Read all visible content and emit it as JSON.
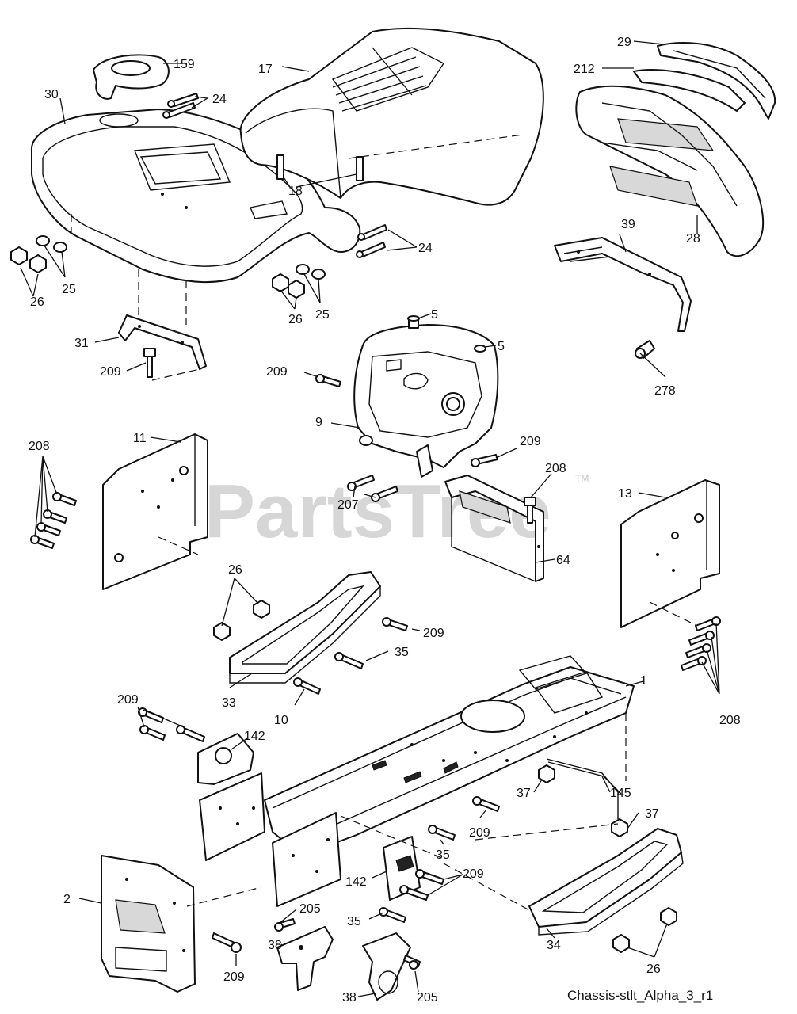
{
  "watermark": {
    "text": "PartsTree",
    "trademark": "TM"
  },
  "caption": "Chassis-stlt_Alpha_3_r1",
  "callouts": {
    "c159": "159",
    "c17": "17",
    "c29": "29",
    "c212": "212",
    "c30": "30",
    "c24a": "24",
    "c24b": "24",
    "c18": "18",
    "c28": "28",
    "c39": "39",
    "c26a": "26",
    "c25a": "25",
    "c26b": "26",
    "c25b": "25",
    "c5a": "5",
    "c5b": "5",
    "c31": "31",
    "c209a": "209",
    "c209b": "209",
    "c278": "278",
    "c9": "9",
    "c208a": "208",
    "c11": "11",
    "c209c": "209",
    "c208b": "208",
    "c207": "207",
    "c13": "13",
    "c64": "64",
    "c26c": "26",
    "c209d": "209",
    "c35a": "35",
    "c33": "33",
    "c10": "10",
    "c1": "1",
    "c209e": "209",
    "c142a": "142",
    "c208c": "208",
    "c37a": "37",
    "c145": "145",
    "c37b": "37",
    "c209f": "209",
    "c35b": "35",
    "c2": "2",
    "c142b": "142",
    "c209g": "209",
    "c205a": "205",
    "c35c": "35",
    "c38a": "38",
    "c34": "34",
    "c209h": "209",
    "c26d": "26",
    "c38b": "38",
    "c205b": "205"
  }
}
